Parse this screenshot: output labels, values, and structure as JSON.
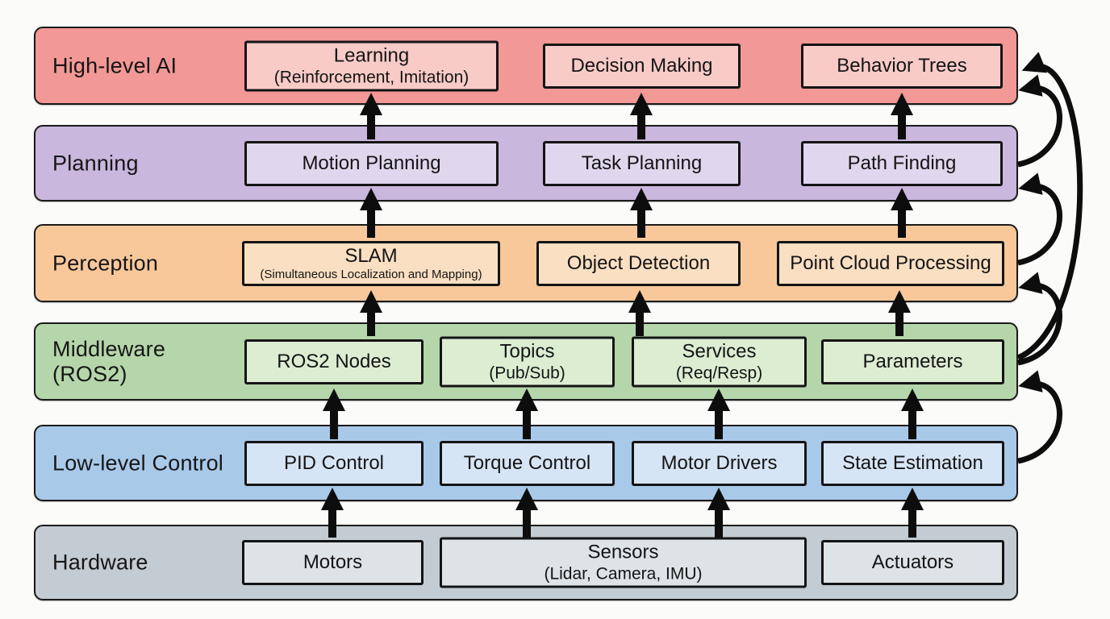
{
  "diagram": {
    "background": "#fbfbf9",
    "arrow_color": "#0d0d0d",
    "layers": [
      {
        "id": "high-level-ai",
        "label": "High-level AI",
        "row_color": "#f29896",
        "box_color": "#f8cbc7",
        "boxes": [
          {
            "title": "Learning",
            "subtitle": "(Reinforcement, Imitation)"
          },
          {
            "title": "Decision Making"
          },
          {
            "title": "Behavior Trees"
          }
        ]
      },
      {
        "id": "planning",
        "label": "Planning",
        "row_color": "#c9b7dd",
        "box_color": "#e0d7ee",
        "boxes": [
          {
            "title": "Motion Planning"
          },
          {
            "title": "Task Planning"
          },
          {
            "title": "Path Finding"
          }
        ]
      },
      {
        "id": "perception",
        "label": "Perception",
        "row_color": "#f8c89a",
        "box_color": "#fbdfc2",
        "boxes": [
          {
            "title": "SLAM",
            "subtitle": "(Simultaneous Localization and Mapping)"
          },
          {
            "title": "Object Detection"
          },
          {
            "title": "Point Cloud Processing"
          }
        ]
      },
      {
        "id": "middleware-ros2",
        "label": "Middleware\n(ROS2)",
        "row_color": "#b5d6aa",
        "box_color": "#dcedd2",
        "boxes": [
          {
            "title": "ROS2 Nodes"
          },
          {
            "title": "Topics",
            "subtitle": "(Pub/Sub)"
          },
          {
            "title": "Services",
            "subtitle": "(Req/Resp)"
          },
          {
            "title": "Parameters"
          }
        ]
      },
      {
        "id": "low-level-control",
        "label": "Low-level Control",
        "row_color": "#a9c9e9",
        "box_color": "#d6e5f5",
        "boxes": [
          {
            "title": "PID Control"
          },
          {
            "title": "Torque Control"
          },
          {
            "title": "Motor Drivers"
          },
          {
            "title": "State Estimation"
          }
        ]
      },
      {
        "id": "hardware",
        "label": "Hardware",
        "row_color": "#c3ccd2",
        "box_color": "#dee3e7",
        "boxes": [
          {
            "title": "Motors"
          },
          {
            "title": "Sensors",
            "subtitle": "(Lidar, Camera, IMU)"
          },
          {
            "title": "Actuators"
          }
        ]
      }
    ],
    "up_flows": [
      {
        "from": "Hardware",
        "to": "Low-level Control"
      },
      {
        "from": "Low-level Control",
        "to": "Middleware (ROS2)"
      },
      {
        "from": "Middleware (ROS2)",
        "to": "Perception"
      },
      {
        "from": "Perception",
        "to": "Planning"
      },
      {
        "from": "Planning",
        "to": "High-level AI"
      }
    ],
    "feedback_arrows": [
      {
        "from": "Planning",
        "to": "High-level AI"
      },
      {
        "from": "Perception",
        "to": "Planning"
      },
      {
        "from": "Middleware (ROS2)",
        "to": "Perception"
      },
      {
        "from": "Low-level Control",
        "to": "Middleware (ROS2)"
      },
      {
        "from": "Middleware (ROS2)",
        "to": "High-level AI"
      }
    ]
  }
}
